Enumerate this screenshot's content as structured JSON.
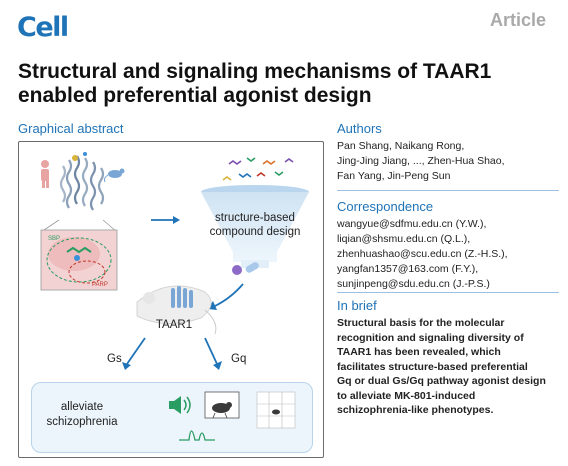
{
  "header": {
    "journal": "Cell",
    "article_type": "Article"
  },
  "title": "Structural and signaling mechanisms of TAAR1 enabled preferential agonist design",
  "graphical_abstract": {
    "heading": "Graphical abstract",
    "labels": {
      "sbp": "SBP",
      "parp": "PARP",
      "screen": "structure-based compound design",
      "receptor": "TAAR1",
      "gs": "Gs",
      "gq": "Gq",
      "outcome": "alleviate schizophrenia"
    },
    "colors": {
      "arrow": "#1f73b7",
      "outcome_bg": "#edf5fc",
      "speaker": "#2a9d62",
      "trace": "#2a9d62"
    }
  },
  "authors": {
    "heading": "Authors",
    "lines": [
      "Pan Shang, Naikang Rong,",
      "Jing-Jing Jiang, ..., Zhen-Hua Shao,",
      "Fan Yang, Jin-Peng Sun"
    ]
  },
  "correspondence": {
    "heading": "Correspondence",
    "emails": [
      "wangyue@sdfmu.edu.cn (Y.W.),",
      "liqian@shsmu.edu.cn (Q.L.),",
      "zhenhuashao@scu.edu.cn (Z.-H.S.),",
      "yangfan1357@163.com (F.Y.),",
      "sunjinpeng@sdu.edu.cn (J.-P.S.)"
    ]
  },
  "in_brief": {
    "heading": "In brief",
    "lines": [
      "Structural basis for the molecular",
      "recognition and signaling diversity of",
      "TAAR1 has been revealed, which",
      "facilitates structure-based preferential",
      "Gq or dual Gs/Gq pathway agonist design",
      "to alleviate MK-801-induced",
      "schizophrenia-like phenotypes."
    ]
  },
  "brand_color": "#1f73b7"
}
